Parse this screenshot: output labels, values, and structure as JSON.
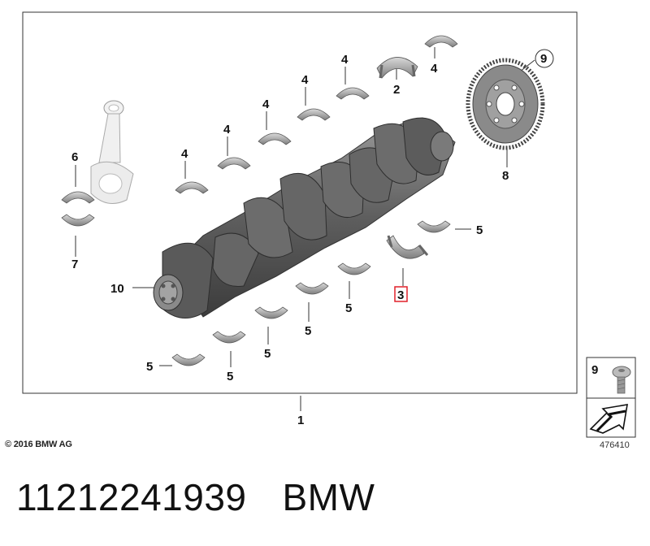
{
  "callouts": {
    "c1": "1",
    "c2": "2",
    "c3": "3",
    "c4": "4",
    "c5": "5",
    "c6": "6",
    "c7": "7",
    "c8": "8",
    "c9": "9",
    "c10": "10"
  },
  "highlight_color": "#e0202a",
  "legend": {
    "screw_number": "9"
  },
  "footer": {
    "copyright": "© 2016 BMW AG",
    "diagram_id": "476410",
    "part_number": "11212241939",
    "brand": "BMW"
  }
}
